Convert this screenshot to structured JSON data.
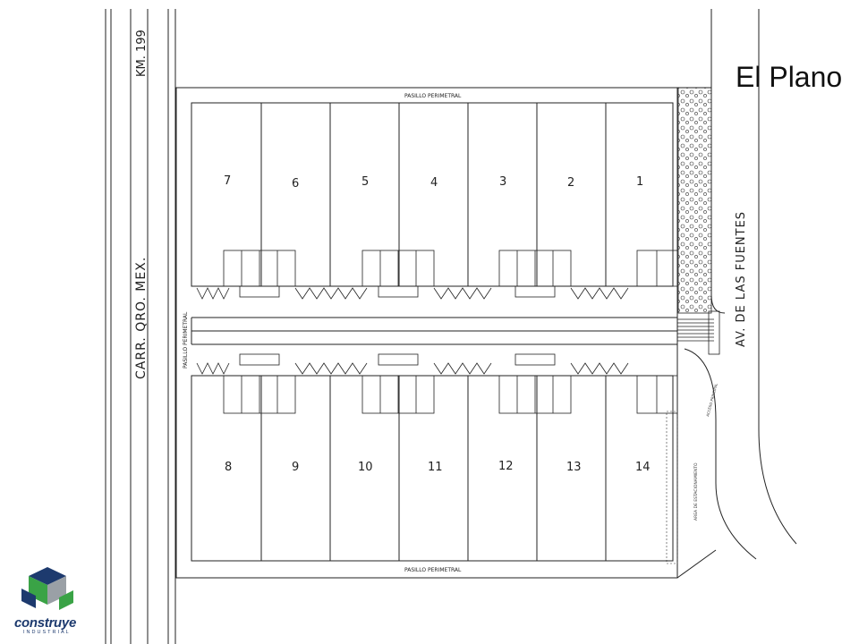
{
  "slide_title": "El Plano",
  "roads": {
    "highway": "CARR. QRO. MEX.",
    "km_marker": "KM. 199",
    "avenue": "AV. DE LAS FUENTES"
  },
  "labels": {
    "perimeter_top": "PASILLO PERIMETRAL",
    "perimeter_bottom": "PASILLO PERIMETRAL",
    "perimeter_left": "PASILLO PERIMETRAL",
    "parking_area": "AREA DE ESTACIONAMIENTO",
    "access": "ACCESO PRINCIPAL"
  },
  "lots_top": [
    "7",
    "6",
    "5",
    "4",
    "3",
    "2",
    "1"
  ],
  "lots_bottom": [
    "8",
    "9",
    "10",
    "11",
    "12",
    "13",
    "14"
  ],
  "logo": {
    "word": "construye",
    "sub": "INDUSTRIAL",
    "colors": {
      "dark": "#1d3a6e",
      "green": "#3aa346",
      "gray": "#9aa0a6"
    }
  }
}
